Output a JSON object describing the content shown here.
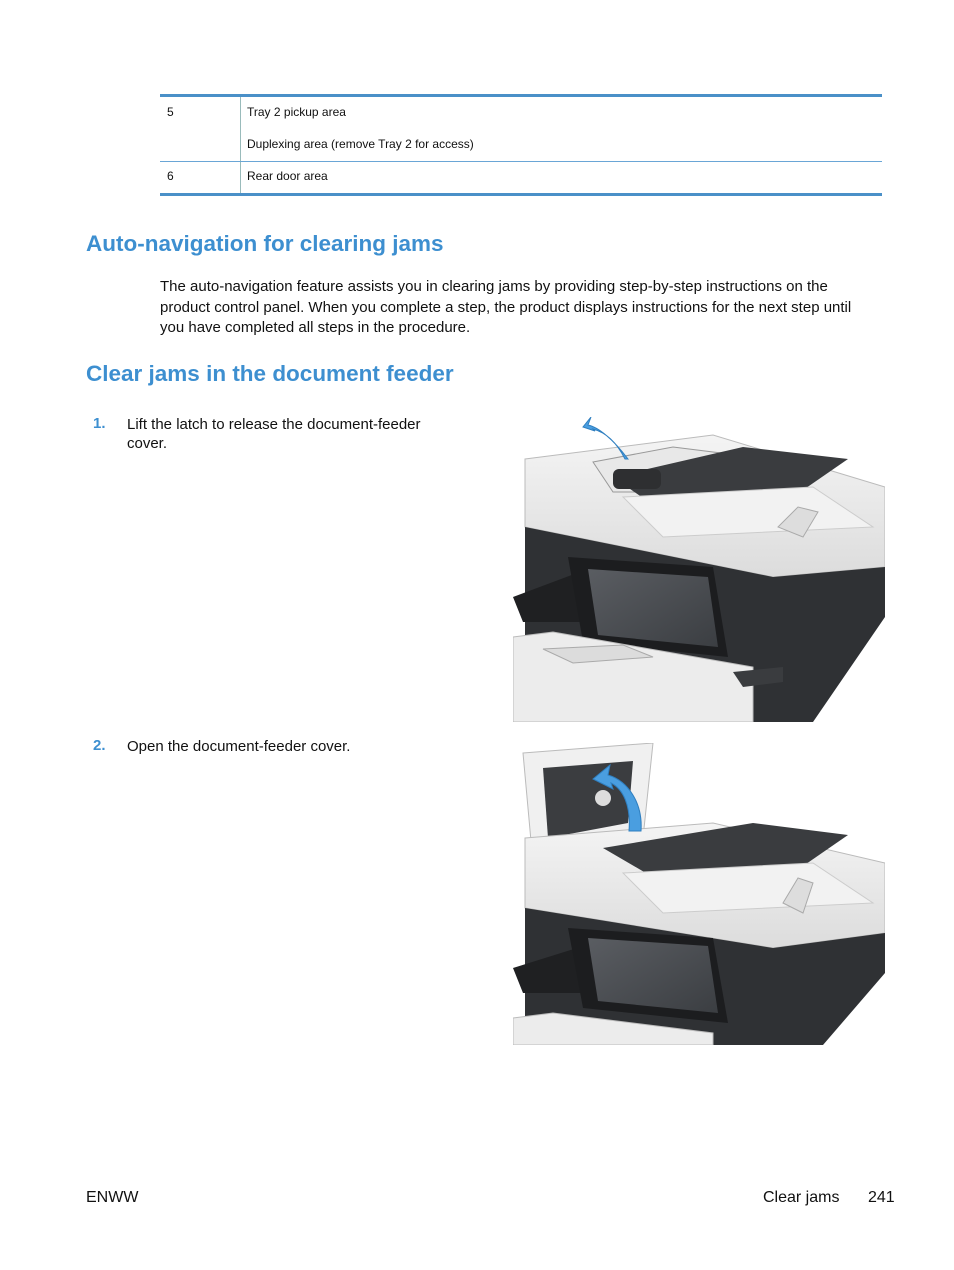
{
  "table": {
    "rows": [
      {
        "num": "5",
        "lines": [
          "Tray 2 pickup area",
          "Duplexing area (remove Tray 2 for access)"
        ]
      },
      {
        "num": "6",
        "lines": [
          "Rear door area"
        ]
      }
    ]
  },
  "sections": [
    {
      "heading": "Auto-navigation for clearing jams",
      "body": "The auto-navigation feature assists you in clearing jams by providing step-by-step instructions on the product control panel. When you complete a step, the product displays instructions for the next step until you have completed all steps in the procedure."
    },
    {
      "heading": "Clear jams in the document feeder",
      "steps": [
        {
          "num": "1.",
          "text": "Lift the latch to release the document-feeder cover."
        },
        {
          "num": "2.",
          "text": "Open the document-feeder cover."
        }
      ]
    }
  ],
  "colors": {
    "accent": "#3d8fd0",
    "arrow": "#4a9ee0",
    "rule": "#4a90c8"
  },
  "footer": {
    "left": "ENWW",
    "section": "Clear jams",
    "page": "241"
  }
}
